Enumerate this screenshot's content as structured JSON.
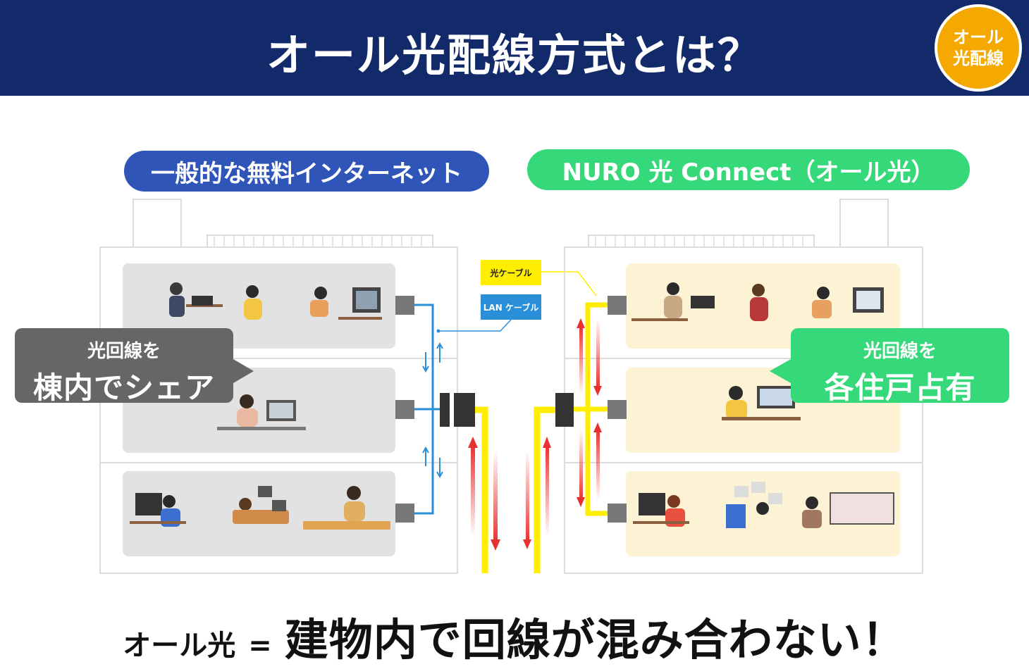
{
  "header": {
    "title": "オール光配線方式とは？"
  },
  "badge": {
    "line1": "オール",
    "line2": "光配線"
  },
  "left_panel": {
    "title": "一般的な無料インターネット"
  },
  "right_panel": {
    "title": "NURO 光 Connect（オール光）"
  },
  "legend": {
    "fiber": "光ケーブル",
    "lan": "LAN ケーブル"
  },
  "callouts": {
    "left": {
      "sub": "光回線を",
      "main": "棟内でシェア"
    },
    "right": {
      "sub": "光回線を",
      "main": "各住戸占有"
    }
  },
  "footer": {
    "left": "オール光",
    "equals": "=",
    "right": "建物内で回線が混み合わない！"
  },
  "colors": {
    "header_bg": "#132a6a",
    "badge": "#f4a800",
    "left_pill": "#2f55b8",
    "right_pill": "#35d97a",
    "fiber": "#ffee00",
    "lan": "#2a8fd8",
    "room_left": "#e2e2e2",
    "room_right": "#fdf3d4",
    "left_callout": "#666666"
  }
}
